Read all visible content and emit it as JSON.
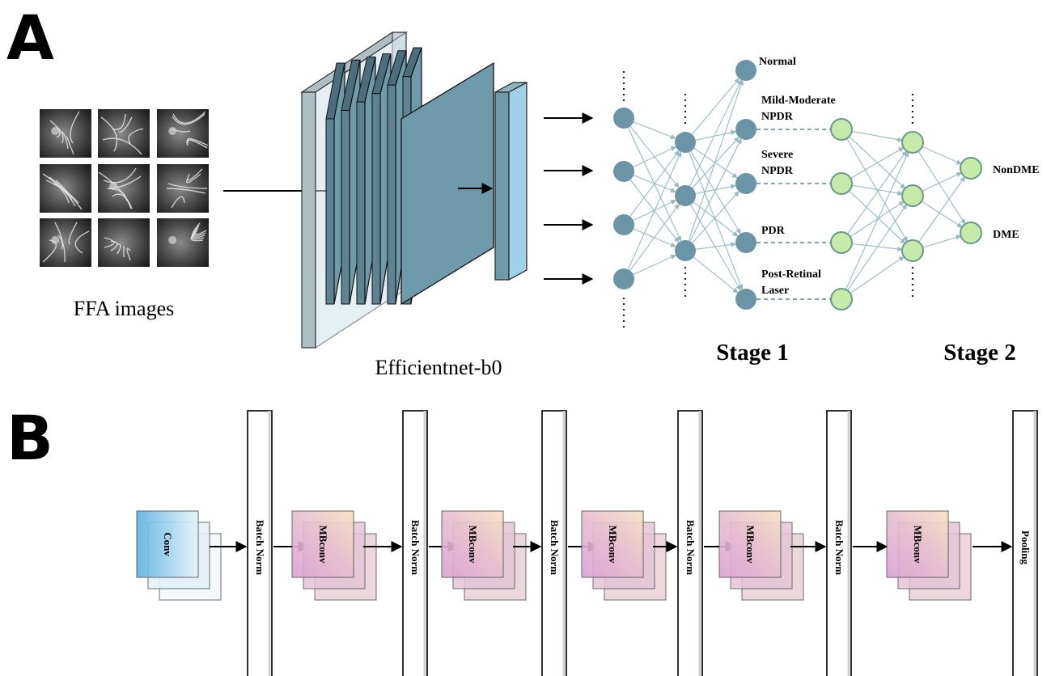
{
  "panel_a": {
    "letter": "A",
    "input_caption": "FFA images",
    "model_caption": "Efficientnet-b0",
    "stage1_label": "Stage 1",
    "stage2_label": "Stage 2",
    "stage1_outputs": [
      "Normal",
      "Mild-Moderate\nNPDR",
      "Severe\nNPDR",
      "PDR",
      "Post-Retinal\nLaser"
    ],
    "stage2_outputs": [
      "NonDME",
      "DME"
    ]
  },
  "panel_b": {
    "letter": "B",
    "conv_label": "Conv",
    "mbconv_label": "MBconv",
    "batchnorm_label": "Batch Norm",
    "pooling_label": "Pooling"
  },
  "colors": {
    "cnn_layer": "#6f9aab",
    "cnn_outer": "#aebfc4",
    "cnn_output": "#9fd1e8",
    "stage1_node": "#6b94a7",
    "stage2_node": "#c6eaaa",
    "edge": "#95b9c7",
    "conv_fill": "#62b6e4",
    "mbconv_fill": "#d8a2cd"
  }
}
